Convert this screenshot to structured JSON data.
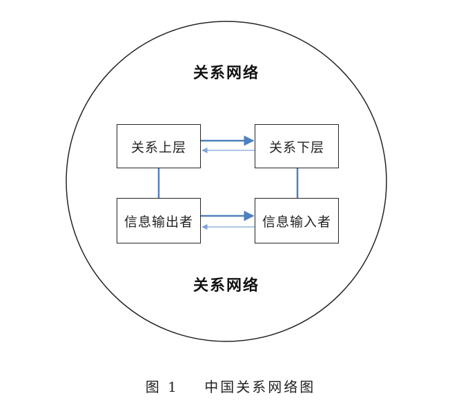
{
  "diagram": {
    "network_label_top": "关系网络",
    "network_label_bottom": "关系网络",
    "boxes": {
      "upper": "关系上层",
      "lower": "关系下层",
      "output": "信息输出者",
      "input": "信息输入者"
    },
    "colors": {
      "connector": "#4f7fbf",
      "outline": "#222222"
    }
  },
  "caption": {
    "number": "图 1",
    "title": "中国关系网络图"
  }
}
